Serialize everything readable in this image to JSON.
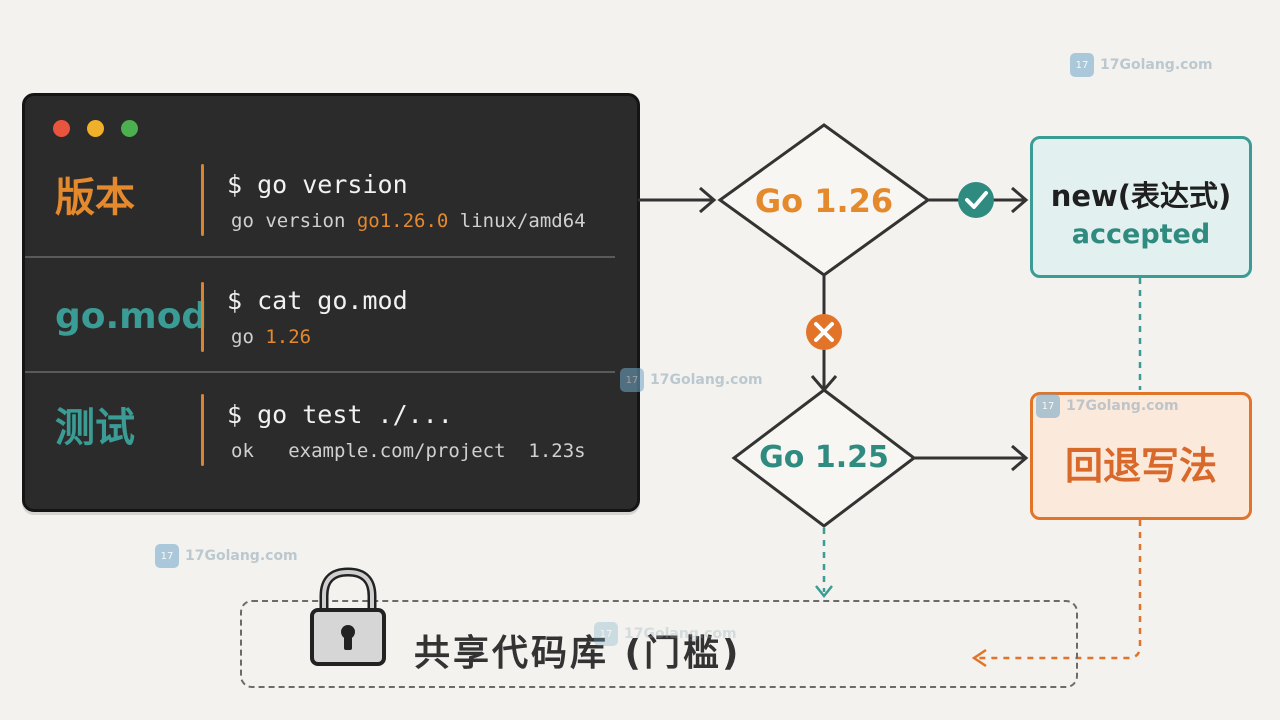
{
  "terminal": {
    "rows": [
      {
        "label": "版本",
        "label_color": "#e5892d",
        "command": "$ go version",
        "output_prefix": "go version ",
        "output_highlight": "go1.26.0",
        "output_suffix": " linux/amd64"
      },
      {
        "label": "go.mod",
        "label_color": "#3a9c94",
        "command": "$ cat go.mod",
        "output_prefix": "go ",
        "output_highlight": "1.26",
        "output_suffix": ""
      },
      {
        "label": "测试",
        "label_color": "#3a9c94",
        "command": "$ go test ./...",
        "output_prefix": "ok   example.com/project  1.23s",
        "output_highlight": "",
        "output_suffix": ""
      }
    ]
  },
  "flow": {
    "decision_1": "Go 1.26",
    "decision_2": "Go 1.25",
    "accepted_title": "new(表达式)",
    "accepted_subtitle": "accepted",
    "fallback": "回退写法",
    "shared": "共享代码库 (门槛)"
  },
  "watermark": "17Golang.com",
  "icons": {
    "pass": "check-circle-icon",
    "fail": "x-circle-icon",
    "lock": "padlock-icon"
  },
  "colors": {
    "orange": "#e5892d",
    "teal": "#3a9c94",
    "accepted_fill": "#e2f1ef",
    "fallback_fill": "#fbe9dc",
    "check": "#2f8a80",
    "cross": "#e2742a"
  }
}
